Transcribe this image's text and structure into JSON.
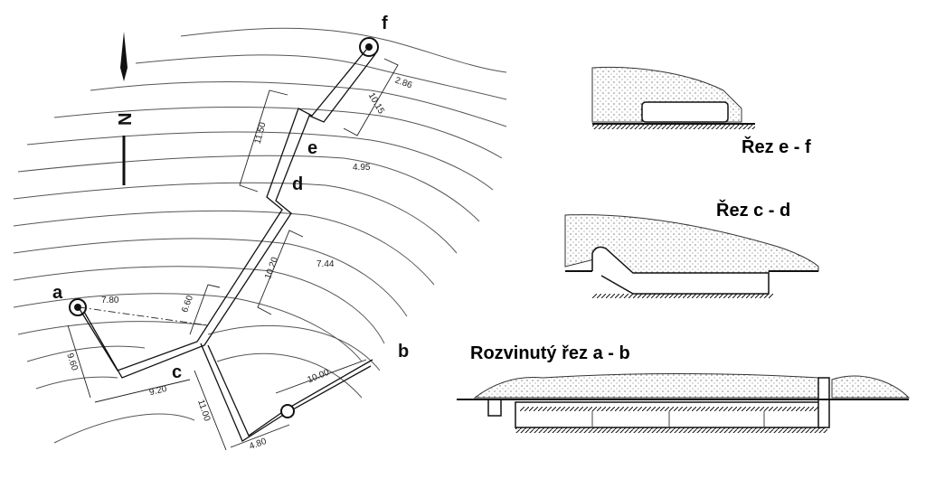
{
  "plan": {
    "north_label": "N",
    "points": {
      "a": "a",
      "b": "b",
      "c": "c",
      "d": "d",
      "e": "e",
      "f": "f"
    },
    "dimensions": [
      "2.86",
      "10.15",
      "11.50",
      "4.95",
      "10.20",
      "7.44",
      "7.80",
      "6.60",
      "9.60",
      "9.20",
      "11.00",
      "10.00",
      "4.80"
    ]
  },
  "sections": {
    "ef_title": "Řez e - f",
    "cd_title": "Řez c - d",
    "ab_title": "Rozvinutý řez a - b"
  }
}
